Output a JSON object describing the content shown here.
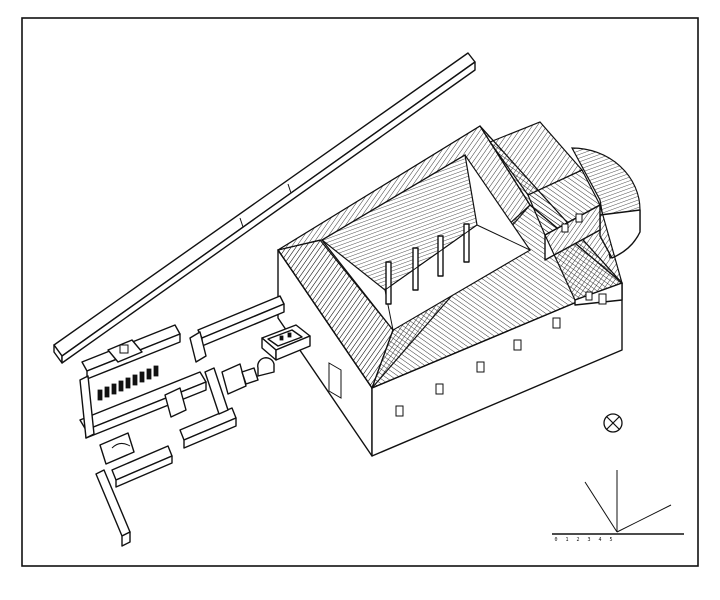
{
  "figure": {
    "background": "#ffffff",
    "line_color": "#111111",
    "hatch_color": "#222222"
  },
  "scale_bar": {
    "ticks": [
      "0",
      "1",
      "2",
      "3",
      "4",
      "5"
    ]
  },
  "north_arrow": {
    "symbol": "⊗"
  }
}
